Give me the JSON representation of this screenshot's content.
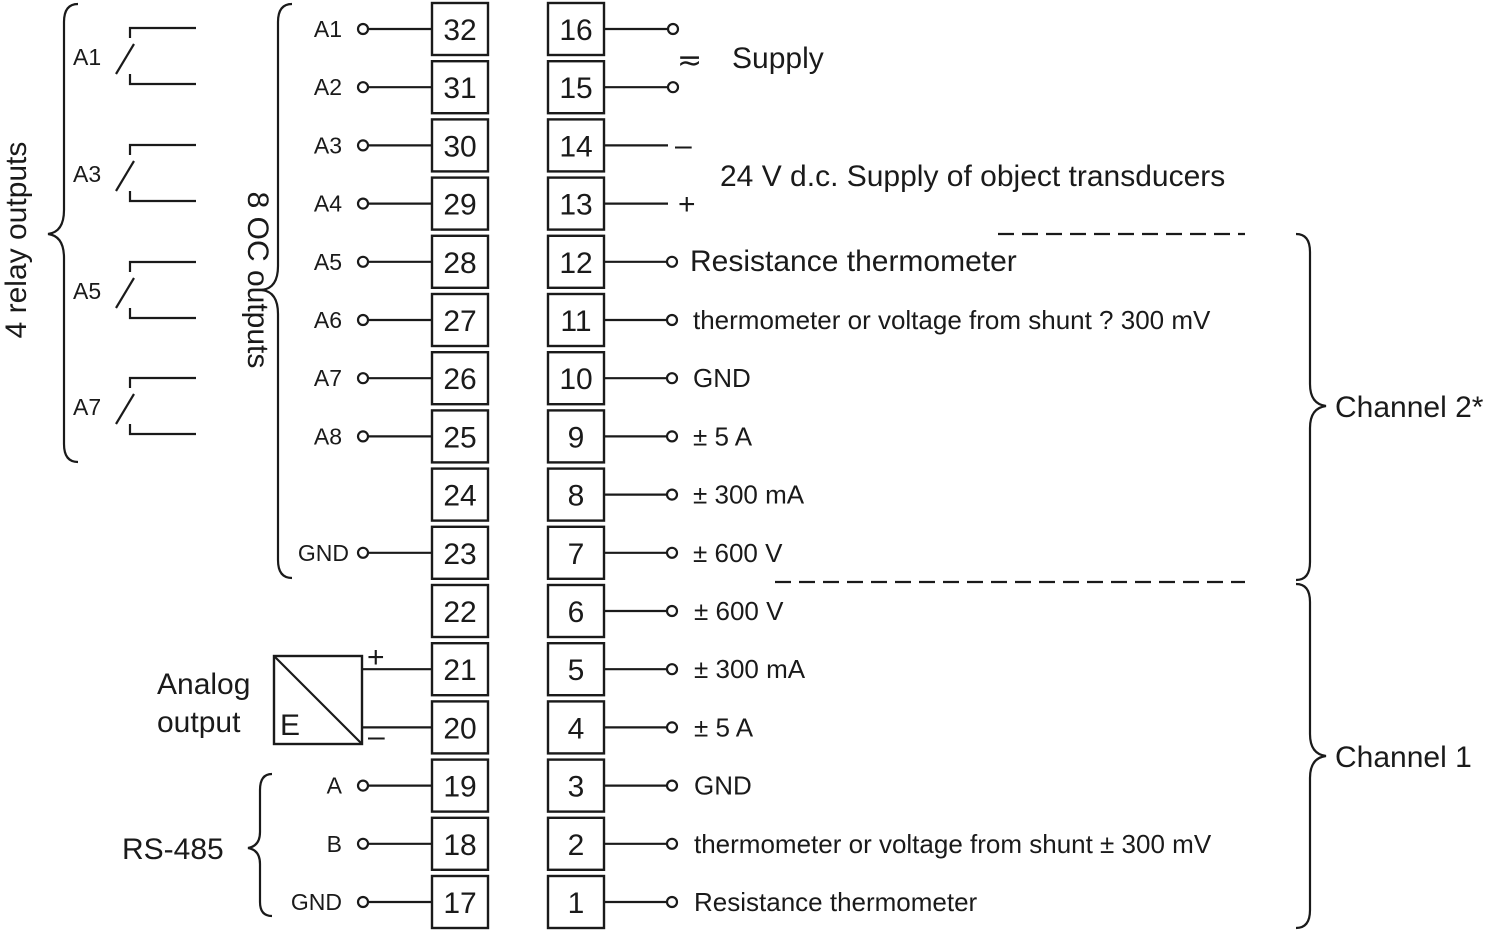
{
  "terminals_left": [
    "32",
    "31",
    "30",
    "29",
    "28",
    "27",
    "26",
    "25",
    "24",
    "23",
    "22",
    "21",
    "20",
    "19",
    "18",
    "17"
  ],
  "terminals_right": [
    "16",
    "15",
    "14",
    "13",
    "12",
    "11",
    "10",
    "9",
    "8",
    "7",
    "6",
    "5",
    "4",
    "3",
    "2",
    "1"
  ],
  "relay_labels": [
    "A1",
    "A3",
    "A5",
    "A7"
  ],
  "relay_group_label": "4 relay outputs",
  "oc_labels": [
    "A1",
    "A2",
    "A3",
    "A4",
    "A5",
    "A6",
    "A7",
    "A8"
  ],
  "oc_gnd_label": "GND",
  "oc_group_label": "8 OC outputs",
  "supply_symbol": "≂",
  "supply_label": "Supply",
  "dc_minus": "–",
  "dc_plus": "+",
  "dc_label": "24 V d.c.  Supply of object transducers",
  "channel2_labels": [
    "Resistance  thermometer",
    "thermometer or voltage  from shunt  ? 300 mV",
    "GND",
    "± 5 A",
    "± 300 mA",
    "± 600 V"
  ],
  "channel2_group": "Channel  2*",
  "channel1_labels": [
    "± 600 V",
    "± 300 mA",
    "± 5 A",
    "GND",
    "thermometer or voltage  from shunt ± 300 mV",
    "Resistance thermometer"
  ],
  "channel1_group": "Channel  1",
  "analog_title_line1": "Analog",
  "analog_title_line2": "output",
  "analog_box_letter": "E",
  "analog_plus": "+",
  "analog_minus": "–",
  "rs485_pins": [
    "A",
    "B",
    "GND"
  ],
  "rs485_label": "RS-485"
}
